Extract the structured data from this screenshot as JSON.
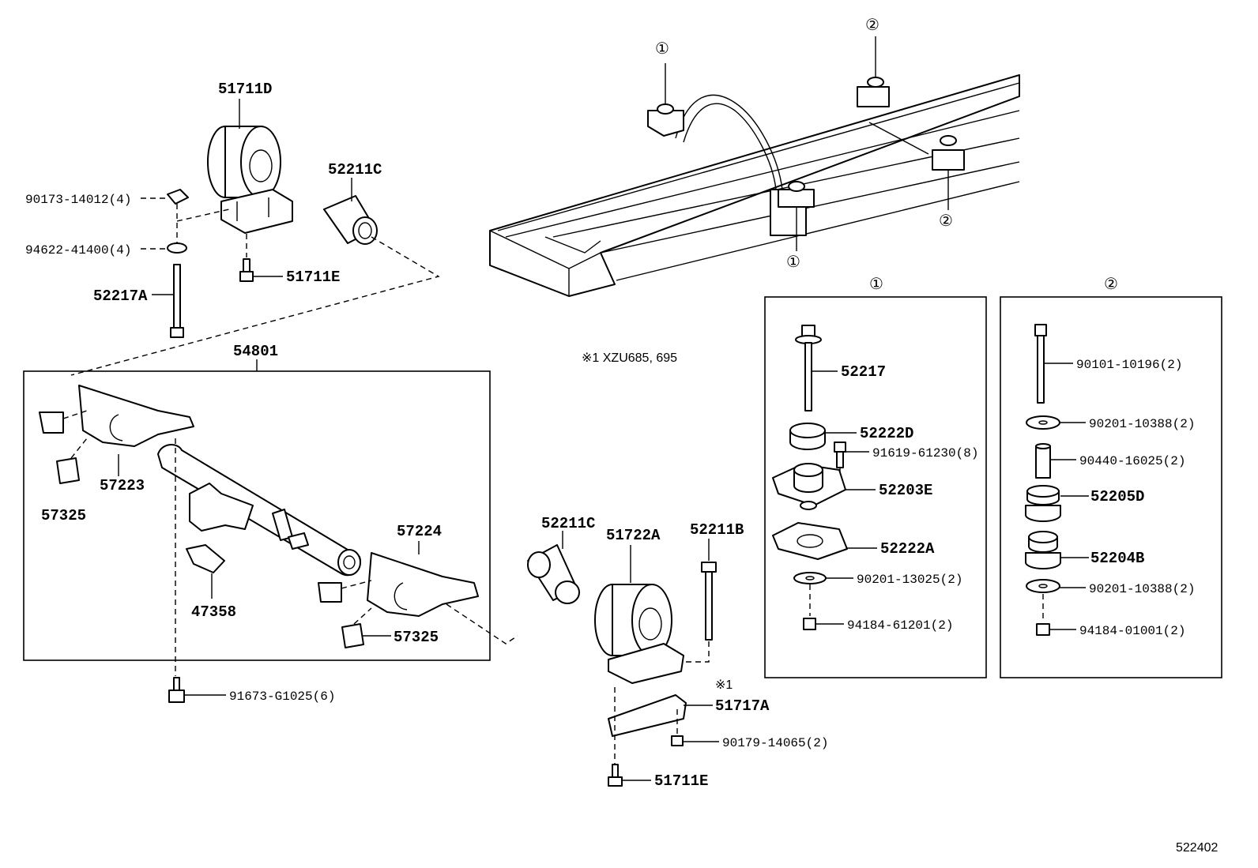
{
  "figure_code": "522402",
  "note": "※1 XZU685, 695",
  "note_mark": "※1",
  "circle_markers": {
    "one": "①",
    "two": "②"
  },
  "labels": {
    "p51711D": "51711D",
    "p52211C_top": "52211C",
    "p90173": "90173-14012(4)",
    "p94622": "94622-41400(4)",
    "p51711E_top": "51711E",
    "p52217A": "52217A",
    "p54801": "54801",
    "p57223": "57223",
    "p57325_left": "57325",
    "p57224": "57224",
    "p47358": "47358",
    "p57325_right": "57325",
    "p91673": "91673-G1025(6)",
    "p52211C_mid": "52211C",
    "p51722A": "51722A",
    "p52211B": "52211B",
    "p51717A": "51717A",
    "p90179": "90179-14065(2)",
    "p51711E_bottom": "51711E"
  },
  "group1": {
    "header": "①",
    "items": [
      "52217",
      "52222D",
      "91619-61230(8)",
      "52203E",
      "52222A",
      "90201-13025(2)",
      "94184-61201(2)"
    ]
  },
  "group2": {
    "header": "②",
    "items": [
      "90101-10196(2)",
      "90201-10388(2)",
      "90440-16025(2)",
      "52205D",
      "52204B",
      "90201-10388(2)",
      "94184-01001(2)"
    ]
  }
}
